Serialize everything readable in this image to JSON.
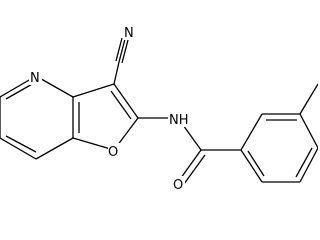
{
  "structure": {
    "atoms": {
      "N_cyano": "N",
      "N_pyridine": "N",
      "O_furan": "O",
      "N_amide": "NH",
      "O_carbonyl": "O"
    }
  }
}
